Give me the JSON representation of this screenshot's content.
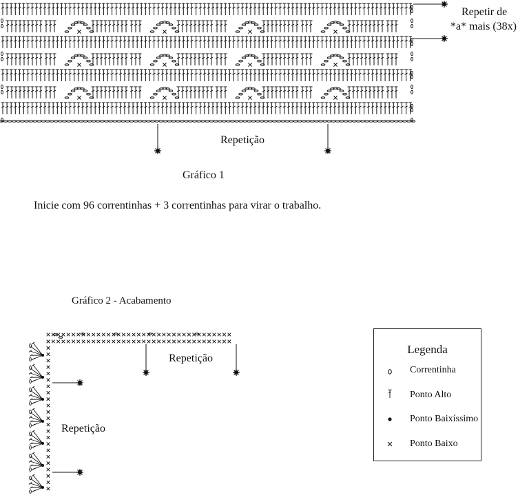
{
  "chart1": {
    "repeat_right_label_1": "Repetir de",
    "repeat_right_label_2": "*a* mais (38x)",
    "repeat_bottom_label": "Repetição",
    "title": "Gráfico 1",
    "instruction": "Inicie com 96 correntinhas + 3 correntinhas para virar o trabalho."
  },
  "chart2": {
    "title": "Gráfico 2 - Acabamento",
    "repeat_top_label": "Repetição",
    "repeat_left_label": "Repetição"
  },
  "legend": {
    "title": "Legenda",
    "items": [
      {
        "symbol": "chain-oval-icon",
        "label": "Correntinha"
      },
      {
        "symbol": "double-crochet-icon",
        "label": "Ponto Alto"
      },
      {
        "symbol": "slip-stitch-dot-icon",
        "label": "Ponto Baixíssimo"
      },
      {
        "symbol": "single-crochet-x-icon",
        "label": "Ponto Baixo"
      }
    ]
  },
  "colors": {
    "ink": "#111111",
    "background": "#ffffff"
  }
}
